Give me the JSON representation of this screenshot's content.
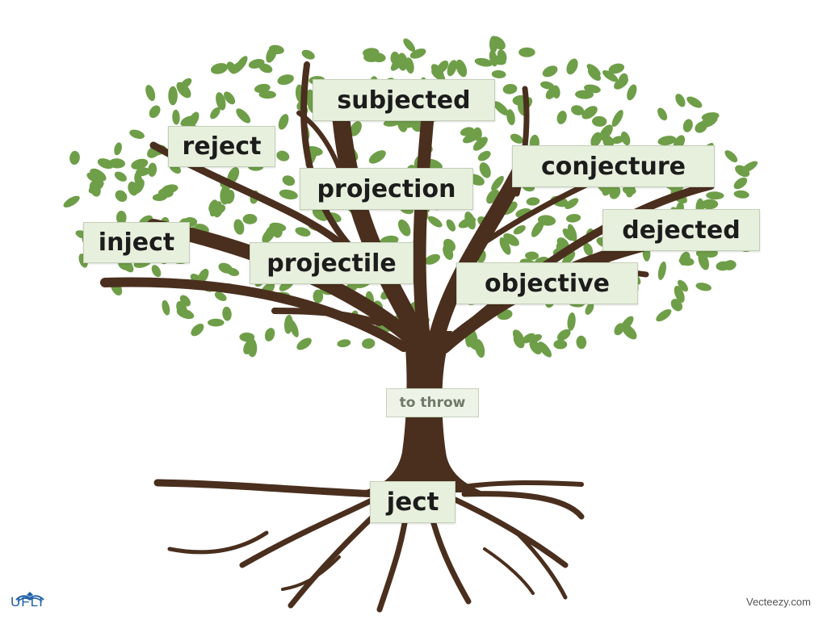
{
  "root": {
    "text": "ject",
    "meaning": "to throw"
  },
  "words": [
    "subjected",
    "reject",
    "projection",
    "conjecture",
    "inject",
    "projectile",
    "dejected",
    "objective"
  ],
  "branding": {
    "logo_text": "UFLI",
    "credit": "Vecteezy.com"
  },
  "colors": {
    "leaf": "#6f9e49",
    "trunk": "#4a2f1e",
    "card_bg": "#e7f0dd",
    "card_border": "#c4cfb8"
  }
}
